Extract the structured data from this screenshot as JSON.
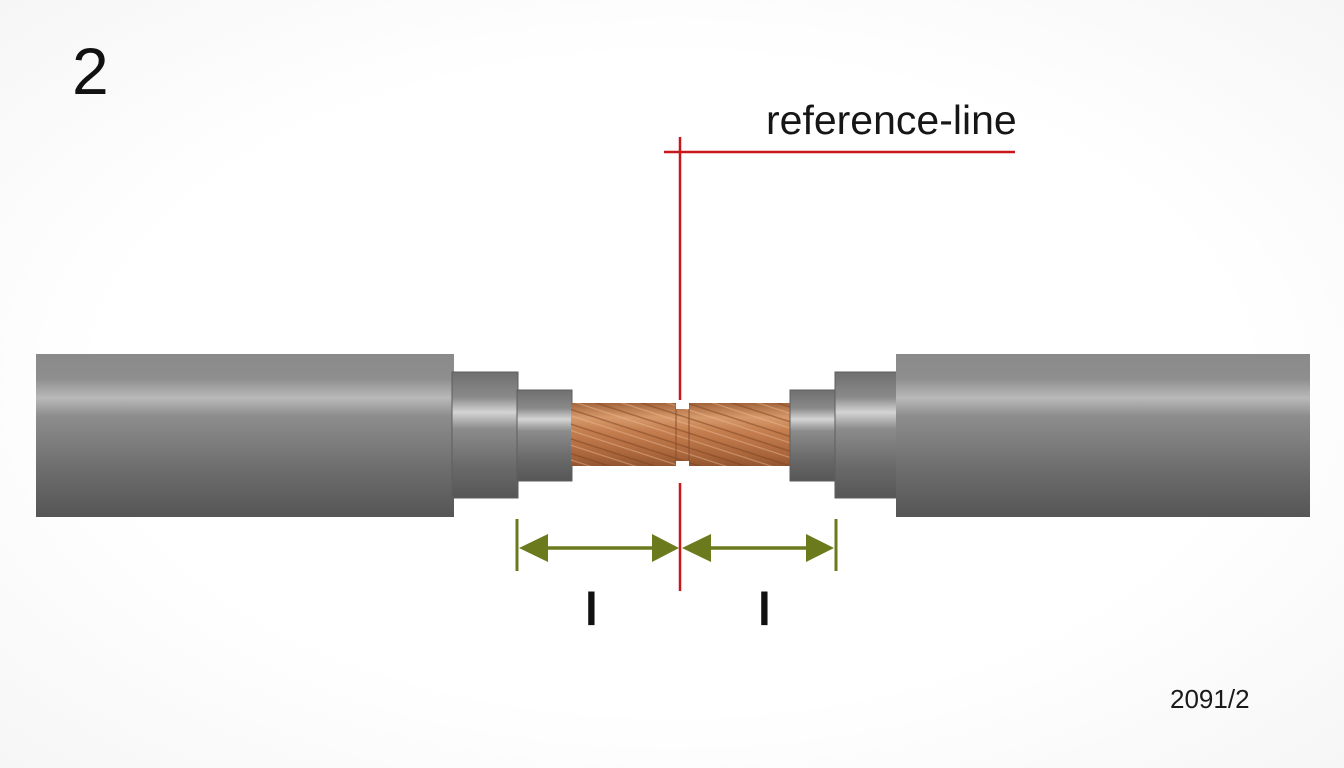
{
  "figure": {
    "number": "2",
    "reference_label": "reference-line",
    "dimension_labels": [
      "l",
      "l"
    ],
    "drawing_code": "2091/2"
  },
  "parts": {
    "left_cable": "cable-jacket-left",
    "right_cable": "cable-jacket-right",
    "conductor": "stranded-copper-conductor"
  },
  "colors": {
    "reference_line": "#c8161d",
    "dimension_line": "#6b7a1c",
    "jacket": "#7a7a7a",
    "metal": "#8c8c8c",
    "copper": "#b8693a"
  }
}
